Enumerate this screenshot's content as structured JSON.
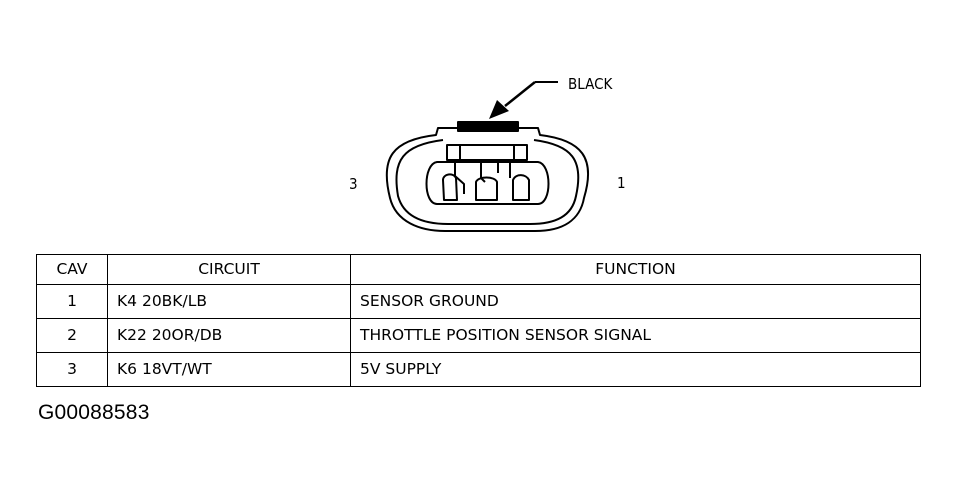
{
  "connector": {
    "color_label": "BLACK",
    "cavity_left_label": "3",
    "cavity_right_label": "1"
  },
  "table": {
    "headers": [
      "CAV",
      "CIRCUIT",
      "FUNCTION"
    ],
    "rows": [
      {
        "cav": "1",
        "circuit": "K4 20BK/LB",
        "function": "SENSOR GROUND"
      },
      {
        "cav": "2",
        "circuit": "K22 20OR/DB",
        "function": "THROTTLE POSITION SENSOR SIGNAL"
      },
      {
        "cav": "3",
        "circuit": "K6 18VT/WT",
        "function": "5V SUPPLY"
      }
    ]
  },
  "figure_id": "G00088583"
}
